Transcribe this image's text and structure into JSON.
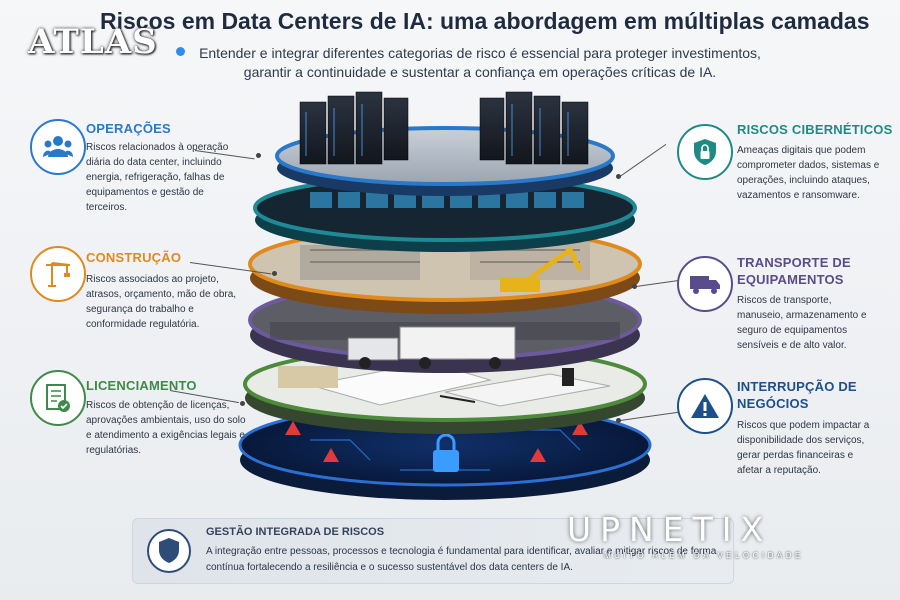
{
  "header": {
    "title": "Riscos em Data Centers de IA: uma abordagem em múltiplas camadas",
    "subtitle": "Entender e integrar diferentes categorias de risco é essencial para proteger investimentos, garantir a continuidade e sustentar a confiança em operações críticas de IA."
  },
  "watermark": {
    "left": "ATLAS",
    "brand": "UPNETIX",
    "tagline": "MUITO ALÉM DA VELOCIDADE"
  },
  "left_sections": [
    {
      "title": "OPERAÇÕES",
      "icon": "people-icon",
      "color": "#2a79c9",
      "desc": "Riscos relacionados à operação diária do data center, incluindo energia, refrigeração, falhas de equipamentos e gestão de terceiros."
    },
    {
      "title": "CONSTRUÇÃO",
      "icon": "crane-icon",
      "color": "#e08a1e",
      "desc": "Riscos associados ao projeto, atrasos, orçamento, mão de obra, segurança do trabalho e conformidade regulatória."
    },
    {
      "title": "LICENCIAMENTO",
      "icon": "document-check-icon",
      "color": "#3f8a4a",
      "desc": "Riscos de obtenção de licenças, aprovações ambientais, uso do solo e atendimento a exigências legais e regulatórias."
    }
  ],
  "right_sections": [
    {
      "title": "RISCOS CIBERNÉTICOS",
      "icon": "shield-lock-icon",
      "color": "#1f8a84",
      "desc": "Ameaças digitais que podem comprometer dados, sistemas e operações, incluindo ataques, vazamentos e ransomware."
    },
    {
      "title": "TRANSPORTE DE EQUIPAMENTOS",
      "icon": "truck-icon",
      "color": "#5a4c8c",
      "desc": "Riscos de transporte, manuseio, armazenamento e seguro de equipamentos sensíveis e de alto valor."
    },
    {
      "title": "INTERRUPÇÃO DE NEGÓCIOS",
      "icon": "warning-icon",
      "color": "#1d4f8a",
      "desc": "Riscos que podem impactar a disponibilidade dos serviços, gerar perdas financeiras e afetar a reputação."
    }
  ],
  "footer": {
    "title": "GESTÃO INTEGRADA DE RISCOS",
    "desc": "A integração entre pessoas, processos e tecnologia é fundamental para identificar, avaliar e mitigar riscos de forma contínua fortalecendo a resiliência e o sucesso sustentável dos data centers de IA."
  },
  "colors": {
    "operations": "#2a79c9",
    "cyber": "#1f8a84",
    "construction": "#e08a1e",
    "transport": "#5a4c8c",
    "licensing": "#3f8a4a",
    "business": "#1d4f8a"
  }
}
